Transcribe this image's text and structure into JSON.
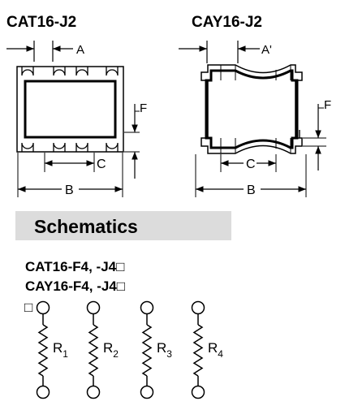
{
  "diagrams": {
    "left_title": "CAT16-J2",
    "right_title": "CAY16-J2",
    "left_dims": {
      "a": "A",
      "b": "B",
      "c": "C",
      "f": "F"
    },
    "right_dims": {
      "a": "A'",
      "b": "B",
      "c": "C",
      "f": "F",
      "i": "I"
    }
  },
  "schematics": {
    "heading": "Schematics",
    "part_line1": "CAT16-F4, -J4□",
    "part_line2": "CAY16-F4, -J4□",
    "pin_marker": "□",
    "resistors": [
      {
        "label": "R",
        "sub": "1"
      },
      {
        "label": "R",
        "sub": "2"
      },
      {
        "label": "R",
        "sub": "3"
      },
      {
        "label": "R",
        "sub": "4"
      }
    ]
  },
  "colors": {
    "heading_band": "#dcdcdc",
    "line": "#000000"
  }
}
